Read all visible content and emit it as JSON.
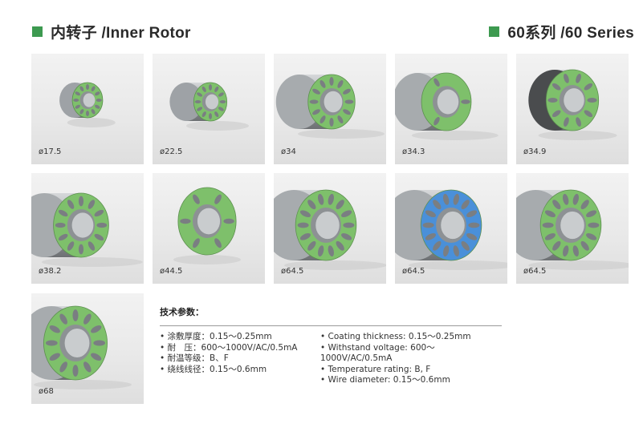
{
  "header": {
    "left_title": "内转子 /Inner Rotor",
    "right_title": "60系列 /60 Series",
    "accent": "#3d9a50"
  },
  "products": [
    {
      "label": "ø17.5",
      "color": "#7ec06b",
      "body": "#9ea2a6"
    },
    {
      "label": "ø22.5",
      "color": "#7ec06b",
      "body": "#9ea2a6"
    },
    {
      "label": "ø34",
      "color": "#7ec06b",
      "body": "#a7abae"
    },
    {
      "label": "ø34.3",
      "color": "#7ec06b",
      "body": "#a7abae"
    },
    {
      "label": "ø34.9",
      "color": "#7ec06b",
      "body": "#4a4c4e"
    },
    {
      "label": "ø38.2",
      "color": "#7ec06b",
      "body": "#a7abae"
    },
    {
      "label": "ø44.5",
      "color": "#7ec06b",
      "body": "none"
    },
    {
      "label": "ø64.5",
      "color": "#7ec06b",
      "body": "#a7abae"
    },
    {
      "label": "ø64.5",
      "color": "#4a90d9",
      "body": "#a7abae"
    },
    {
      "label": "ø64.5",
      "color": "#7ec06b",
      "body": "#a7abae"
    },
    {
      "label": "ø68",
      "color": "#7ec06b",
      "body": "#a7abae"
    }
  ],
  "specs": {
    "title": "技术参数：",
    "zh": [
      "涂敷厚度：0.15～0.25mm",
      "耐　压：600～1000V/AC/0.5mA",
      "耐温等级：B、F",
      "绕线线径：0.15～0.6mm"
    ],
    "en": [
      "Coating thickness: 0.15～0.25mm",
      "Withstand voltage: 600～1000V/AC/0.5mA",
      "Temperature rating: B, F",
      "Wire diameter: 0.15～0.6mm"
    ]
  }
}
